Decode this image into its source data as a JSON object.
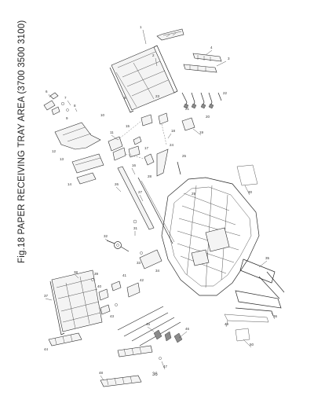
{
  "figure": {
    "title": "Fig.18   PAPER RECEIVING TRAY AREA (3700 3500 3100)"
  },
  "page": {
    "number": "36"
  },
  "callouts": [
    "1",
    "2",
    "3",
    "4",
    "5",
    "6",
    "7",
    "8",
    "9",
    "10",
    "11",
    "12",
    "13",
    "14",
    "15",
    "16",
    "17",
    "18",
    "19",
    "20",
    "21",
    "22",
    "23",
    "24",
    "25",
    "26",
    "27",
    "28",
    "29",
    "30",
    "31",
    "32",
    "33",
    "34",
    "35",
    "36",
    "37",
    "38",
    "39",
    "40",
    "41",
    "42",
    "43",
    "44",
    "45",
    "46",
    "47",
    "48",
    "49",
    "50"
  ]
}
